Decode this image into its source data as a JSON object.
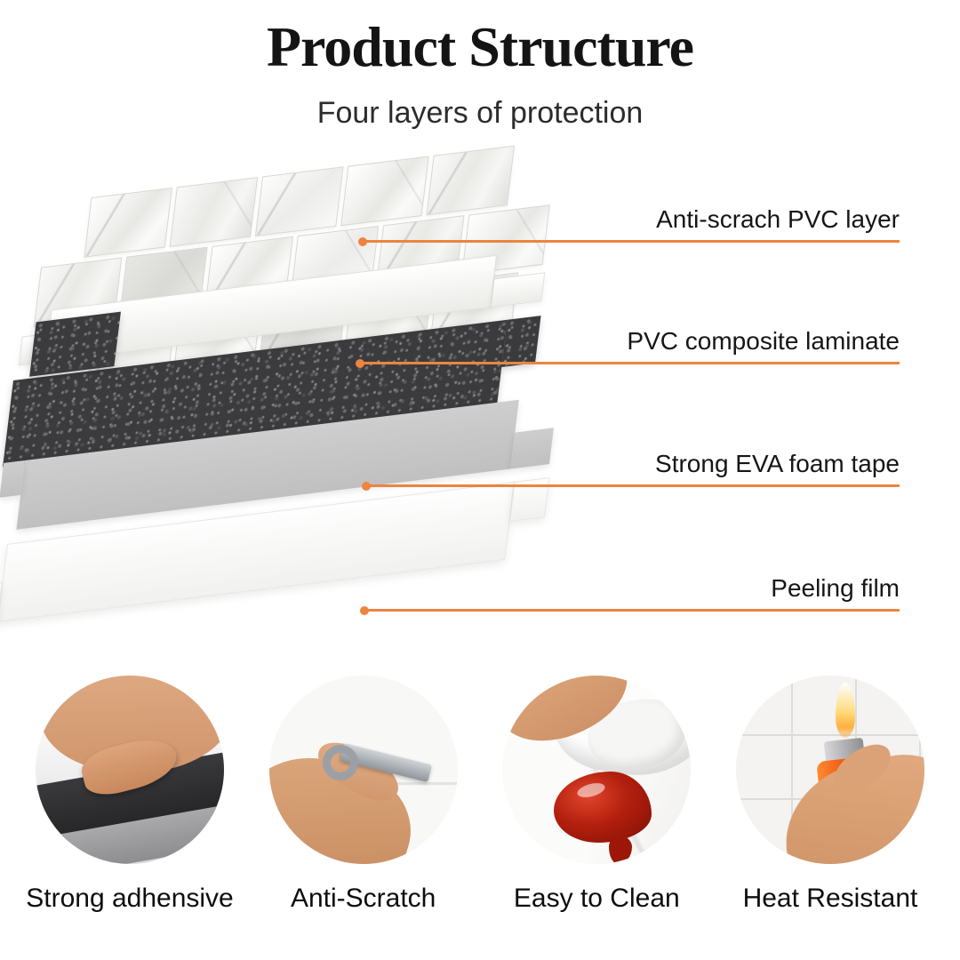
{
  "header": {
    "title": "Product Structure",
    "subtitle": "Four layers of protection"
  },
  "callouts": [
    {
      "text": "Anti-scrach PVC layer"
    },
    {
      "text": "PVC composite laminate"
    },
    {
      "text": "Strong EVA foam tape"
    },
    {
      "text": "Peeling film"
    }
  ],
  "features": [
    {
      "caption": "Strong adhensive"
    },
    {
      "caption": "Anti-Scratch"
    },
    {
      "caption": "Easy to Clean"
    },
    {
      "caption": "Heat Resistant"
    }
  ],
  "colors": {
    "accent": "#ED8440",
    "foam": "#3B3B3D",
    "title": "#141414"
  }
}
